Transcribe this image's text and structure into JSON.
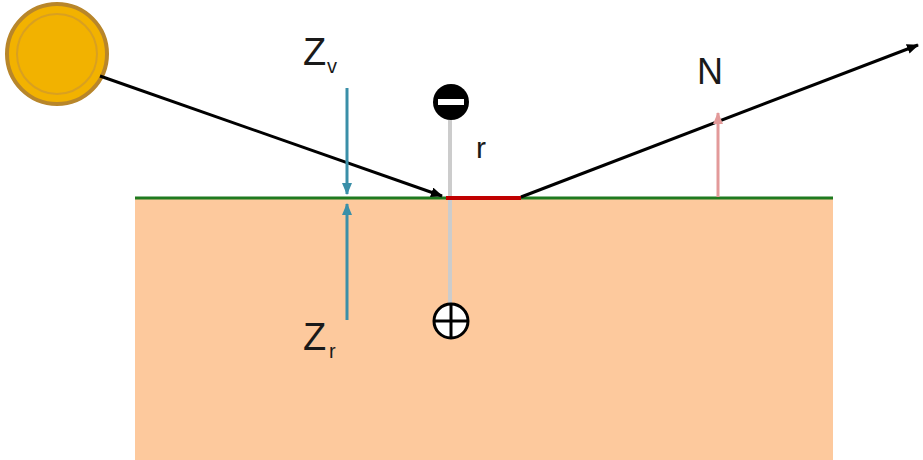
{
  "diagram": {
    "labels": [
      "Z",
      "v",
      "Z",
      "r",
      "r",
      "N"
    ]
  }
}
